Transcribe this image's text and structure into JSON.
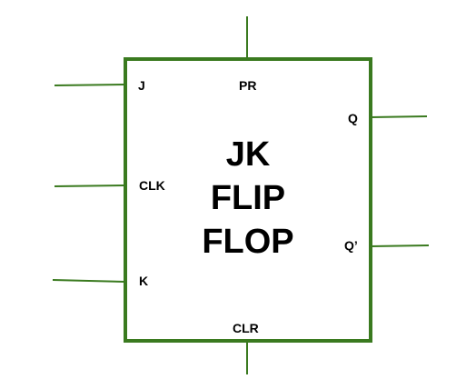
{
  "colors": {
    "stroke": "#3a7a1f",
    "text": "#000000",
    "background": "#ffffff"
  },
  "block": {
    "title_lines": [
      "JK",
      "FLIP",
      "FLOP"
    ]
  },
  "pins": {
    "j": "J",
    "clk": "CLK",
    "k": "K",
    "pr": "PR",
    "clr": "CLR",
    "q": "Q",
    "q_bar": "Q’"
  }
}
